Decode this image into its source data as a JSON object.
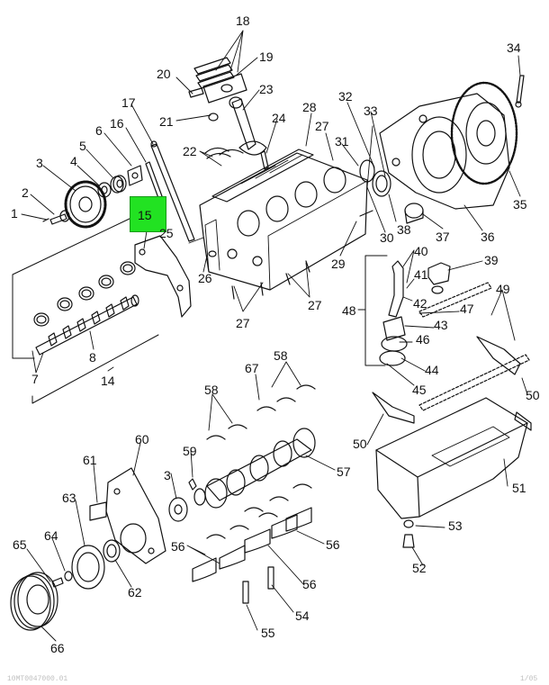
{
  "highlighted_callout": "15",
  "highlight_color": "#22e222",
  "callouts": {
    "c1": "1",
    "c2": "2",
    "c3": "3",
    "c3b": "3",
    "c4": "4",
    "c5": "5",
    "c6": "6",
    "c7": "7",
    "c8": "8",
    "c14": "14",
    "c15": "15",
    "c16": "16",
    "c17": "17",
    "c18": "18",
    "c19": "19",
    "c20": "20",
    "c21": "21",
    "c22": "22",
    "c23": "23",
    "c24": "24",
    "c25": "25",
    "c26": "26",
    "c27a": "27",
    "c27b": "27",
    "c27c": "27",
    "c28": "28",
    "c29": "29",
    "c30": "30",
    "c31": "31",
    "c32": "32",
    "c33": "33",
    "c34": "34",
    "c35": "35",
    "c36": "36",
    "c37": "37",
    "c38": "38",
    "c39": "39",
    "c40": "40",
    "c41": "41",
    "c42": "42",
    "c43": "43",
    "c44": "44",
    "c45": "45",
    "c46": "46",
    "c47": "47",
    "c48": "48",
    "c49": "49",
    "c50a": "50",
    "c50b": "50",
    "c51": "51",
    "c52": "52",
    "c53": "53",
    "c54": "54",
    "c55": "55",
    "c56a": "56",
    "c56b": "56",
    "c56c": "56",
    "c57": "57",
    "c58a": "58",
    "c58b": "58",
    "c59": "59",
    "c60": "60",
    "c61": "61",
    "c62": "62",
    "c63": "63",
    "c64": "64",
    "c65": "65",
    "c66": "66",
    "c67": "67"
  },
  "footer": {
    "left": "10MT0047000.01",
    "right": "1/05"
  }
}
